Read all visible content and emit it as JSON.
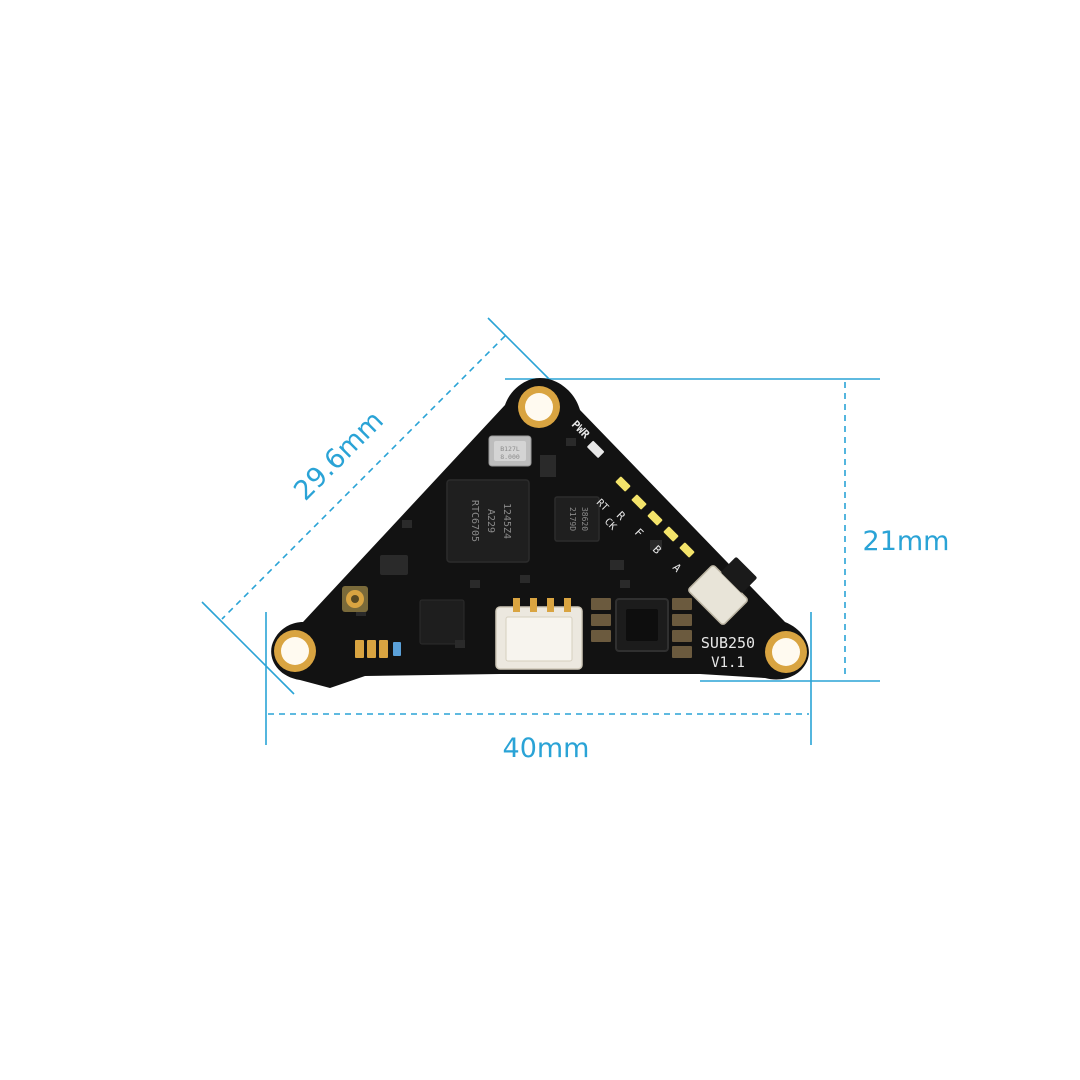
{
  "colors": {
    "dimension": "#2aa3d6",
    "pcb": "#121212",
    "pad_gold": "#d9a441",
    "silkscreen": "#e8e8e8",
    "connector": "#ece8df",
    "background": "#ffffff"
  },
  "dimensions": {
    "diagonal": "29.6mm",
    "height": "21mm",
    "width": "40mm"
  },
  "board": {
    "model": "SUB250",
    "version": "V1.1",
    "pwr_label": "PWR",
    "led_labels": [
      "RT",
      "R",
      "F",
      "B",
      "A"
    ],
    "ck_label": "CK",
    "main_chip": [
      "RTC6705",
      "A229",
      "1245Z4"
    ],
    "side_chip": [
      "38620",
      "2179D"
    ],
    "crystal": [
      "8.000",
      "B127L"
    ]
  }
}
